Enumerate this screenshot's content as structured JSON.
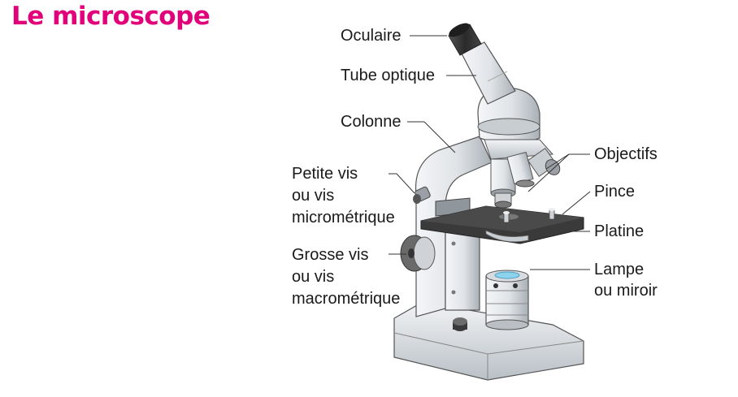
{
  "title": "Le microscope",
  "colors": {
    "title": "#e2007a",
    "text": "#1a1a1a",
    "lines": "#333333",
    "metal_light": "#e9ecef",
    "metal_mid": "#c5cacf",
    "metal_dark": "#8e959c",
    "stage": "#3c3c3c",
    "lamp_glass": "#8ed3ee"
  },
  "labels": {
    "oculaire": "Oculaire",
    "tube_optique": "Tube optique",
    "colonne": "Colonne",
    "petite_vis": [
      "Petite vis",
      "ou vis",
      "micrométrique"
    ],
    "grosse_vis": [
      "Grosse vis",
      "ou vis",
      "macrométrique"
    ],
    "objectifs": "Objectifs",
    "pince": "Pince",
    "platine": "Platine",
    "lampe": [
      "Lampe",
      "ou miroir"
    ]
  }
}
